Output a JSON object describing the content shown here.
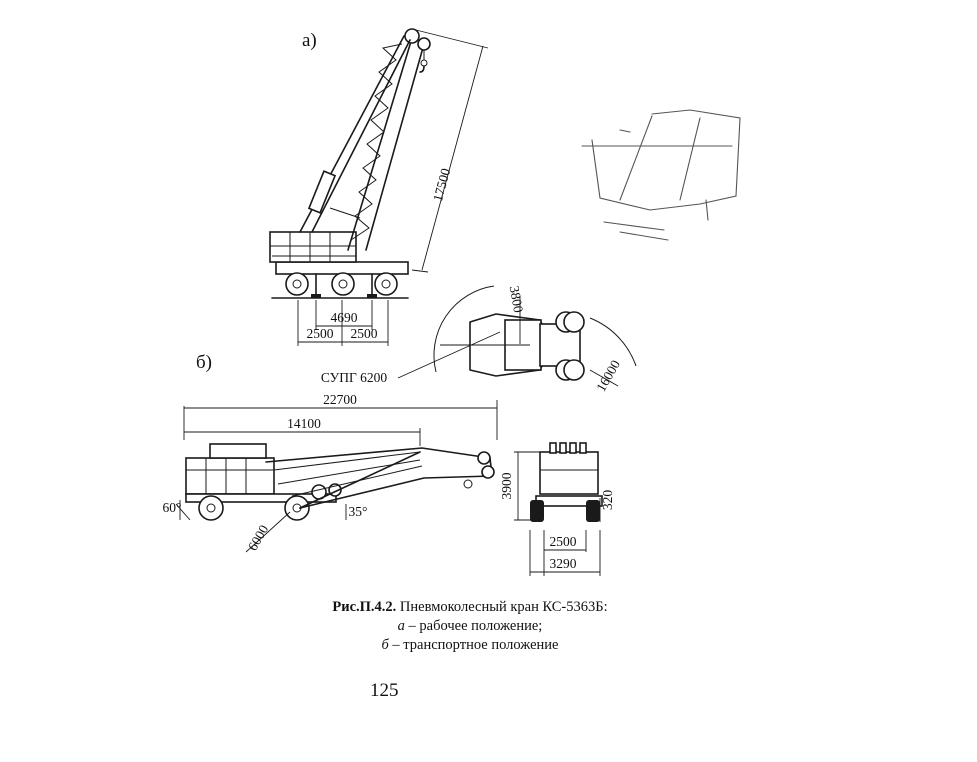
{
  "figure": {
    "label_a": "а)",
    "label_b": "б)",
    "caption_ref": "Рис.П.4.2.",
    "caption_title": "Пневмоколесный кран КС-5363Б:",
    "caption_a_letter": "а",
    "caption_a_text": " – рабочее положение;",
    "caption_b_letter": "б",
    "caption_b_text": " – транспортное положение"
  },
  "dimensions": {
    "boom_height": "17500",
    "base_4690": "4690",
    "base_2500_left": "2500",
    "base_2500_right": "2500",
    "radius_3800": "3800",
    "radius_16000": "16000",
    "supg": "СУПГ 6200",
    "total_length": "22700",
    "boom_length": "14100",
    "angle_60": "60°",
    "angle_35": "35°",
    "radius_6000": "6000",
    "height_3900": "3900",
    "clearance_320": "320",
    "track_2500": "2500",
    "width_3290": "3290"
  },
  "page": {
    "number": "125"
  }
}
